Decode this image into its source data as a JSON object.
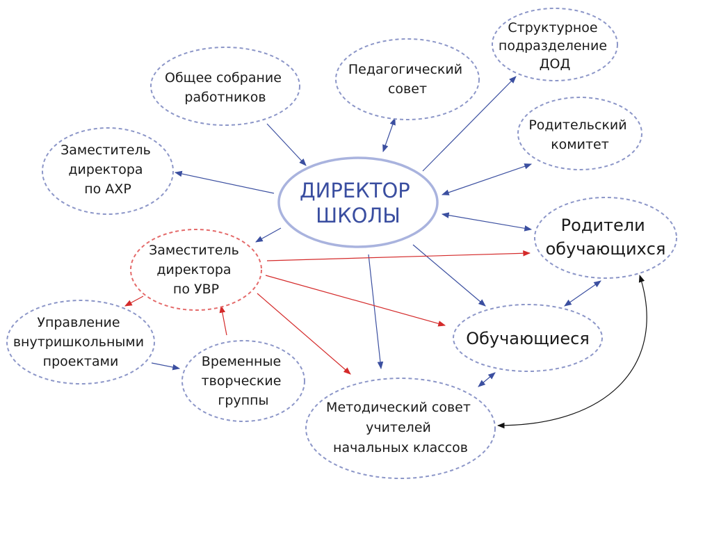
{
  "colors": {
    "blue_line": "#3b4fa0",
    "red_line": "#d42a2a",
    "black_line": "#111111",
    "node_border": "#8c96c8",
    "red_border": "#e46a6a",
    "director_border": "#a9b3de",
    "director_text": "#3a4ea0"
  },
  "nodes": {
    "director": {
      "lines": [
        "ДИРЕКТОР",
        "ШКОЛЫ"
      ]
    },
    "general_meeting": {
      "lines": [
        "Общее собрание",
        "работников"
      ]
    },
    "ped_council": {
      "lines": [
        "Педагогический",
        "совет"
      ]
    },
    "dod": {
      "lines": [
        "Структурное",
        "подразделение",
        "ДОД"
      ]
    },
    "parent_committee": {
      "lines": [
        "Родительский",
        "комитет"
      ]
    },
    "deputy_ahr": {
      "lines": [
        "Заместитель",
        "директора",
        "по АХР"
      ]
    },
    "deputy_uvr": {
      "lines": [
        "Заместитель",
        "директора",
        "по УВР"
      ]
    },
    "parents": {
      "lines": [
        "Родители",
        "обучающихся"
      ]
    },
    "students": {
      "lines": [
        "Обучающиеся"
      ]
    },
    "projects_mgmt": {
      "lines": [
        "Управление",
        "внутришкольными",
        "проектами"
      ]
    },
    "creative_groups": {
      "lines": [
        "Временные",
        "творческие",
        "группы"
      ]
    },
    "method_council": {
      "lines": [
        "Методический совет",
        "учителей",
        "начальных классов"
      ]
    }
  }
}
